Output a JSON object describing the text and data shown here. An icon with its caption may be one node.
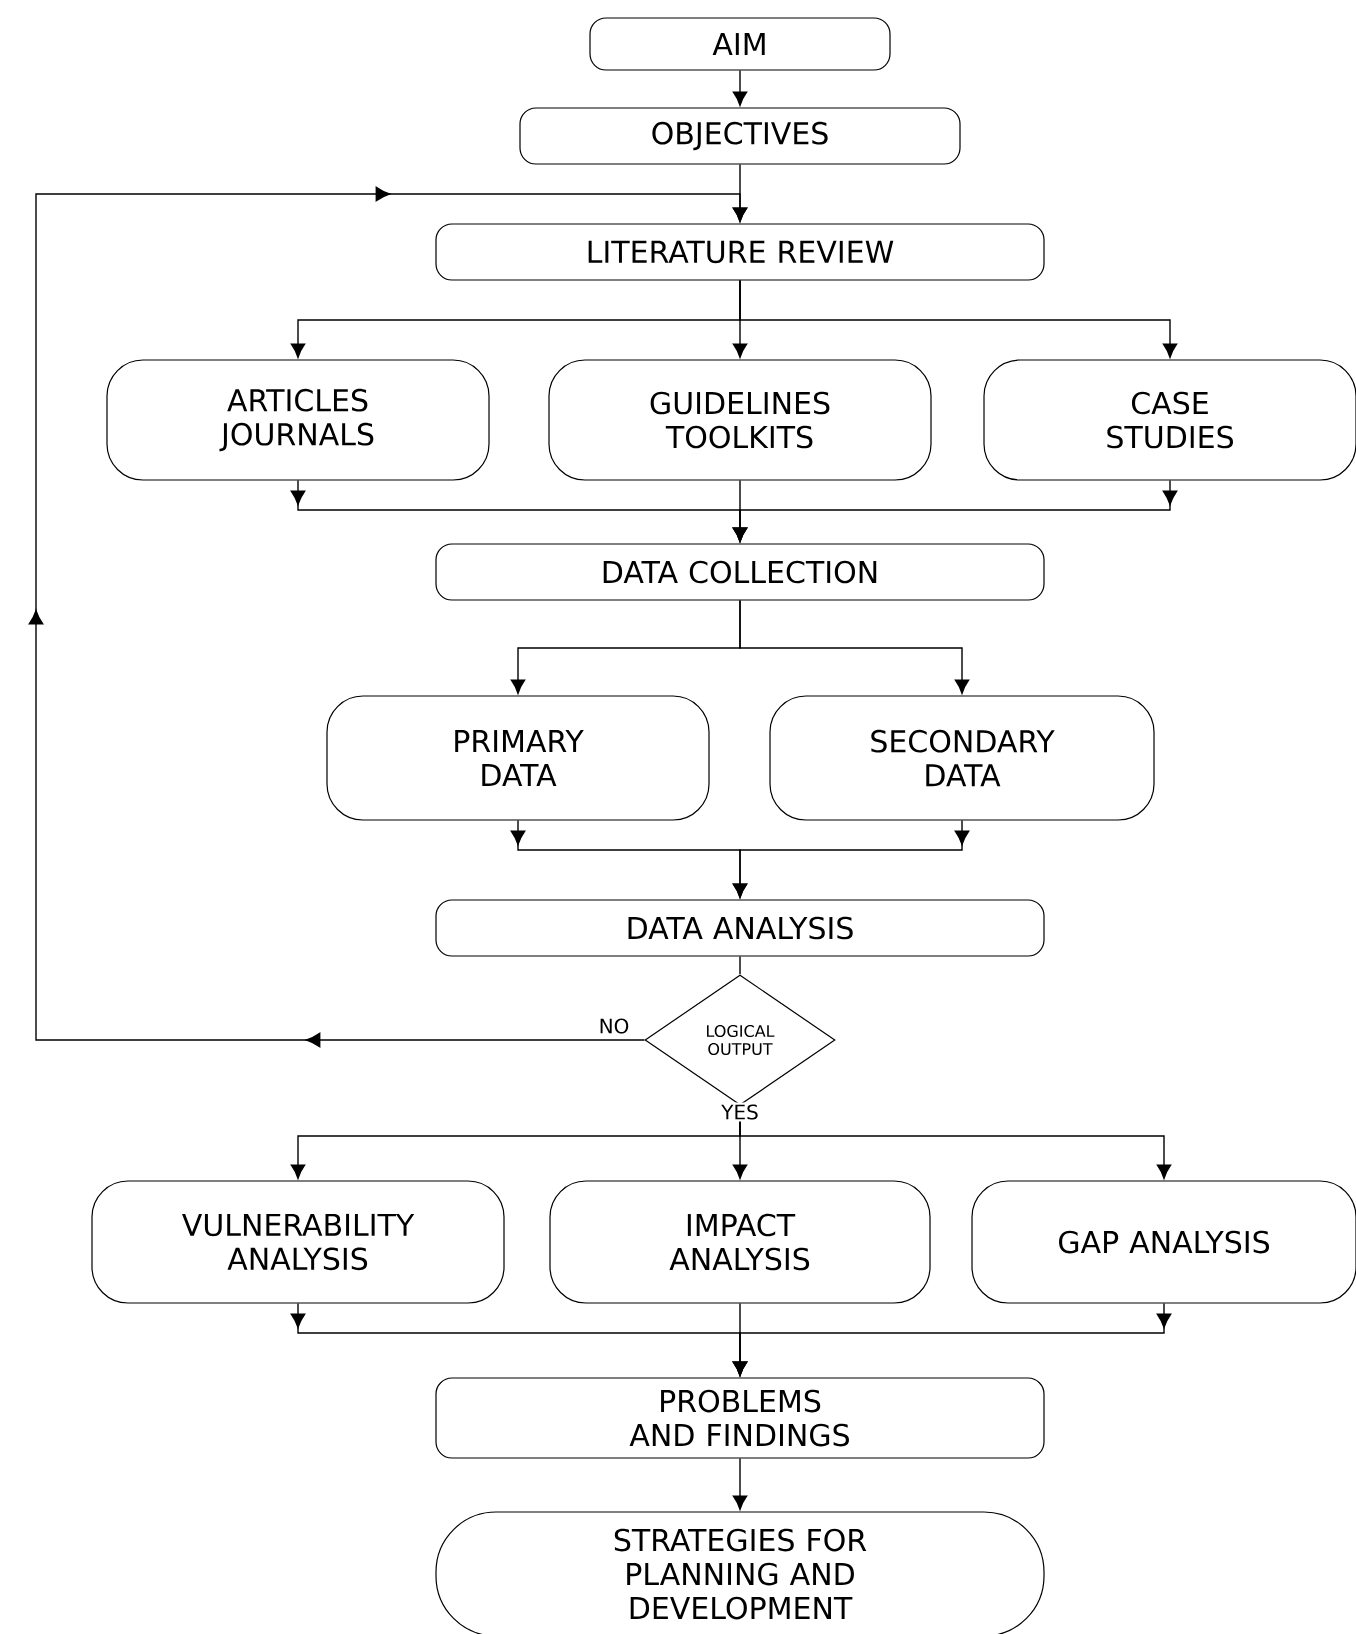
{
  "diagram": {
    "nodes": [
      {
        "text": [
          "AIM"
        ]
      },
      {
        "text": [
          "OBJECTIVES"
        ]
      },
      {
        "text": [
          "LITERATURE REVIEW"
        ]
      },
      {
        "text": [
          "ARTICLES JOURNALS"
        ]
      },
      {
        "text": [
          "GUIDELINES TOOLKITS"
        ]
      },
      {
        "text": [
          "CASE STUDIES"
        ]
      },
      {
        "text": [
          "DATA COLLECTION"
        ]
      },
      {
        "text": [
          "PRIMARY DATA"
        ]
      },
      {
        "text": [
          "SECONDARY DATA"
        ]
      },
      {
        "text": [
          "DATA ANALYSIS"
        ]
      },
      {
        "text": [
          "LOGICAL OUTPUT"
        ]
      },
      {
        "text": [
          "VULNERABILITY ANALYSIS"
        ]
      },
      {
        "text": [
          "IMPACT ANALYSIS"
        ]
      },
      {
        "text": [
          "GAP ANALYSIS"
        ]
      },
      {
        "text": [
          "PROBLEMS AND FINDINGS"
        ]
      },
      {
        "text": [
          "STRATEGIES FOR PLANNING AND DEVELOPMENT"
        ]
      }
    ],
    "edges": [
      {
        "from": 0,
        "to": 1,
        "arrow": "to"
      },
      {
        "from": 1,
        "to": 2,
        "arrow": "to"
      },
      {
        "from": 2,
        "to": 3,
        "arrow": "to"
      },
      {
        "from": 2,
        "to": 4,
        "arrow": "to"
      },
      {
        "from": 2,
        "to": 5,
        "arrow": "to"
      },
      {
        "from": 3,
        "to": 6,
        "arrow": "to"
      },
      {
        "from": 4,
        "to": 6,
        "arrow": "to"
      },
      {
        "from": 5,
        "to": 6,
        "arrow": "to"
      },
      {
        "from": 6,
        "to": 7,
        "arrow": "to"
      },
      {
        "from": 6,
        "to": 8,
        "arrow": "to"
      },
      {
        "from": 7,
        "to": 9,
        "arrow": "to"
      },
      {
        "from": 8,
        "to": 9,
        "arrow": "to"
      },
      {
        "from": 9,
        "to": 10,
        "arrow": "none"
      },
      {
        "from": 10,
        "to": 2,
        "arrow": "to",
        "label": "NO"
      },
      {
        "from": 10,
        "to": 11,
        "arrow": "to"
      },
      {
        "from": 10,
        "to": 12,
        "arrow": "to",
        "label": "YES"
      },
      {
        "from": 10,
        "to": 13,
        "arrow": "to"
      },
      {
        "from": 11,
        "to": 14,
        "arrow": "to"
      },
      {
        "from": 12,
        "to": 14,
        "arrow": "to"
      },
      {
        "from": 13,
        "to": 14,
        "arrow": "to"
      },
      {
        "from": 14,
        "to": 15,
        "arrow": "to"
      }
    ]
  }
}
